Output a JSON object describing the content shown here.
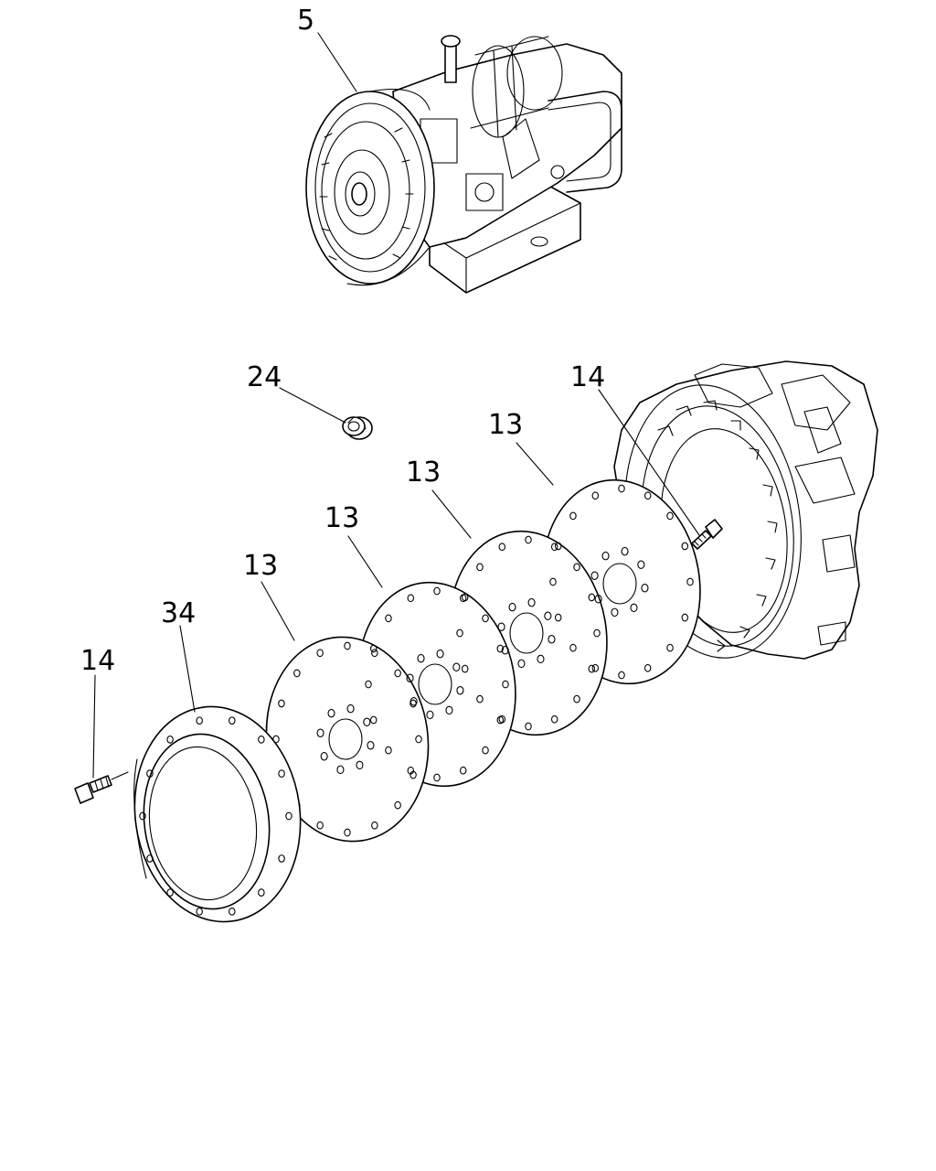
{
  "callouts": {
    "transmission": "5",
    "plug": "24",
    "bolt_right": "14",
    "plate_a": "13",
    "plate_b": "13",
    "plate_c": "13",
    "plate_d": "13",
    "adapter_ring": "34",
    "bolt_left": "14"
  }
}
